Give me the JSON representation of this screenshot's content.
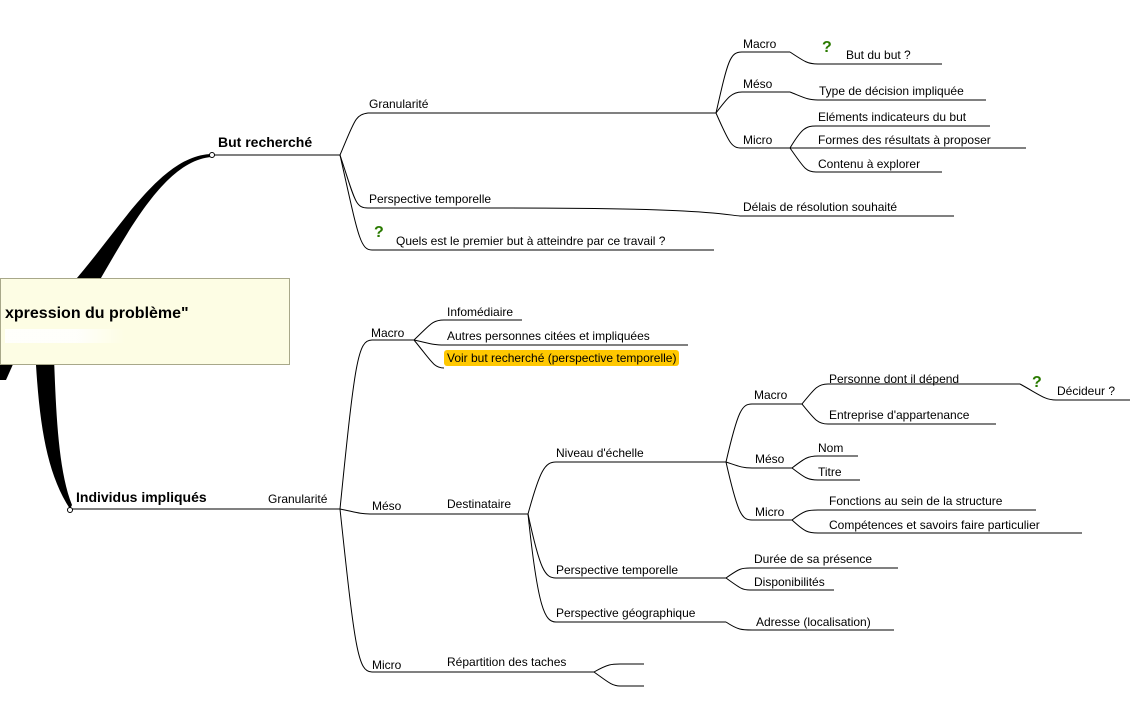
{
  "central": {
    "title": "xpression du problème\""
  },
  "nodes": {
    "but_recherche": "But recherché",
    "granularite_1": "Granularité",
    "macro_1": "Macro",
    "but_du_but": "But du but ?",
    "meso_1": "Méso",
    "type_decision": "Type de décision impliquée",
    "micro_1": "Micro",
    "elements_indicateurs": "Eléments indicateurs du but",
    "formes_resultats": "Formes des résultats à proposer",
    "contenu_explorer": "Contenu à explorer",
    "perspective_temporelle_1": "Perspective temporelle",
    "delais_resolution": "Délais de résolution souhaité",
    "quel_premier_but": "Quels est le premier but à atteindre par ce travail ?",
    "individus_impliques": "Individus impliqués",
    "granularite_2": "Granularité",
    "macro_2": "Macro",
    "infomediaire": "Infomédiaire",
    "autres_personnes": "Autres personnes citées et impliquées",
    "voir_but": "Voir but recherché (perspective temporelle)",
    "meso_2": "Méso",
    "destinataire": "Destinataire",
    "niveau_echelle": "Niveau d'échelle",
    "macro_3": "Macro",
    "personne_depend": "Personne dont il dépend",
    "decideur": "Décideur ?",
    "entreprise": "Entreprise d'appartenance",
    "meso_3": "Méso",
    "nom": "Nom",
    "titre": "Titre",
    "micro_3": "Micro",
    "fonctions": "Fonctions au sein de la structure",
    "competences": "Compétences et savoirs faire particulier",
    "perspective_temporelle_2": "Perspective temporelle",
    "duree_presence": "Durée de sa présence",
    "disponibilites": "Disponibilités",
    "perspective_geo": "Perspective géographique",
    "adresse": "Adresse (localisation)",
    "micro_2": "Micro",
    "repartition": "Répartition des taches"
  },
  "colors": {
    "line": "#000000",
    "highlight": "#ffc800",
    "central_bg": "#fdfde4",
    "question_icon": "#2a7a00"
  },
  "icons": {
    "question": "?"
  }
}
